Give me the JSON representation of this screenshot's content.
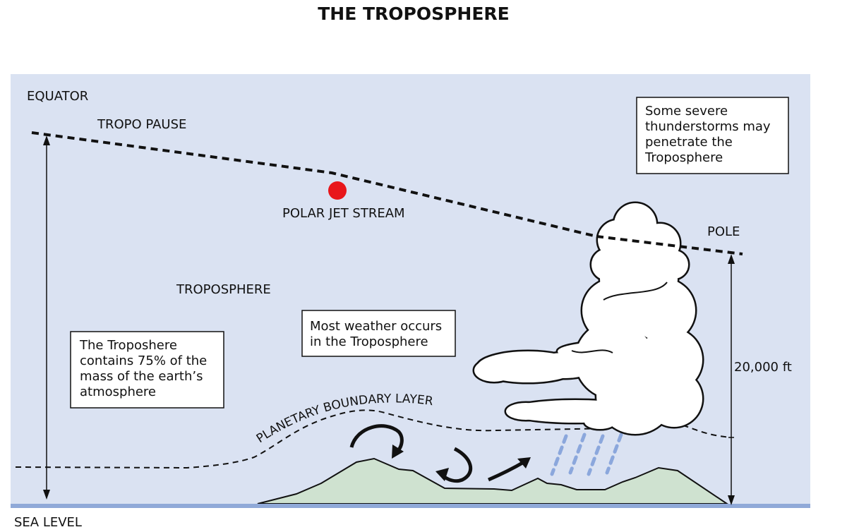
{
  "title": "THE TROPOSPHERE",
  "labels": {
    "equator": "EQUATOR",
    "tropopause": "TROPO PAUSE",
    "jet_stream": "POLAR JET STREAM",
    "pole": "POLE",
    "troposphere": "TROPOSPHERE",
    "boundary_layer": "PLANETARY BOUNDARY LAYER",
    "height": "20,000 ft",
    "sea_level": "SEA LEVEL"
  },
  "boxes": {
    "mass": [
      "The Troposhere",
      "contains 75% of the",
      "mass of the earth’s",
      "atmosphere"
    ],
    "weather": [
      "Most weather occurs",
      "in the Troposphere"
    ],
    "storms": [
      "Some severe",
      "thunderstorms may",
      "penetrate the",
      "Troposphere"
    ]
  },
  "colors": {
    "sky": "#dae2f2",
    "sea": "#90a9d8",
    "land": "#cfe2d0",
    "jet": "#e8161b",
    "rain": "#8ba7dc"
  }
}
